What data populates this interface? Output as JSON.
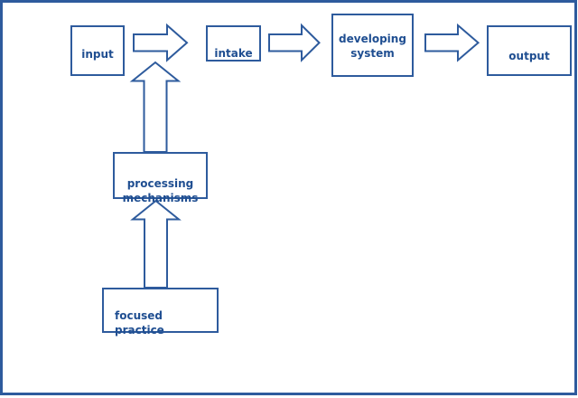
{
  "diagram": {
    "colors": {
      "line": "#2e5b9d",
      "text": "#1f4e91",
      "background": "#ffffff"
    },
    "boxes": {
      "input": {
        "label": "input"
      },
      "intake": {
        "label": "intake"
      },
      "developing_system": {
        "label": "developing\nsystem"
      },
      "output": {
        "label": "output"
      },
      "processing_mechanisms": {
        "label": "processing\nmechanisms"
      },
      "focused_practice": {
        "label": "focused\npractice"
      }
    },
    "connections": [
      {
        "from": "input",
        "to": "intake",
        "direction": "right"
      },
      {
        "from": "intake",
        "to": "developing system",
        "direction": "right"
      },
      {
        "from": "developing system",
        "to": "output",
        "direction": "right"
      },
      {
        "from": "processing mechanisms",
        "to": "input-intake flow",
        "direction": "up"
      },
      {
        "from": "focused practice",
        "to": "processing mechanisms",
        "direction": "up"
      }
    ]
  }
}
